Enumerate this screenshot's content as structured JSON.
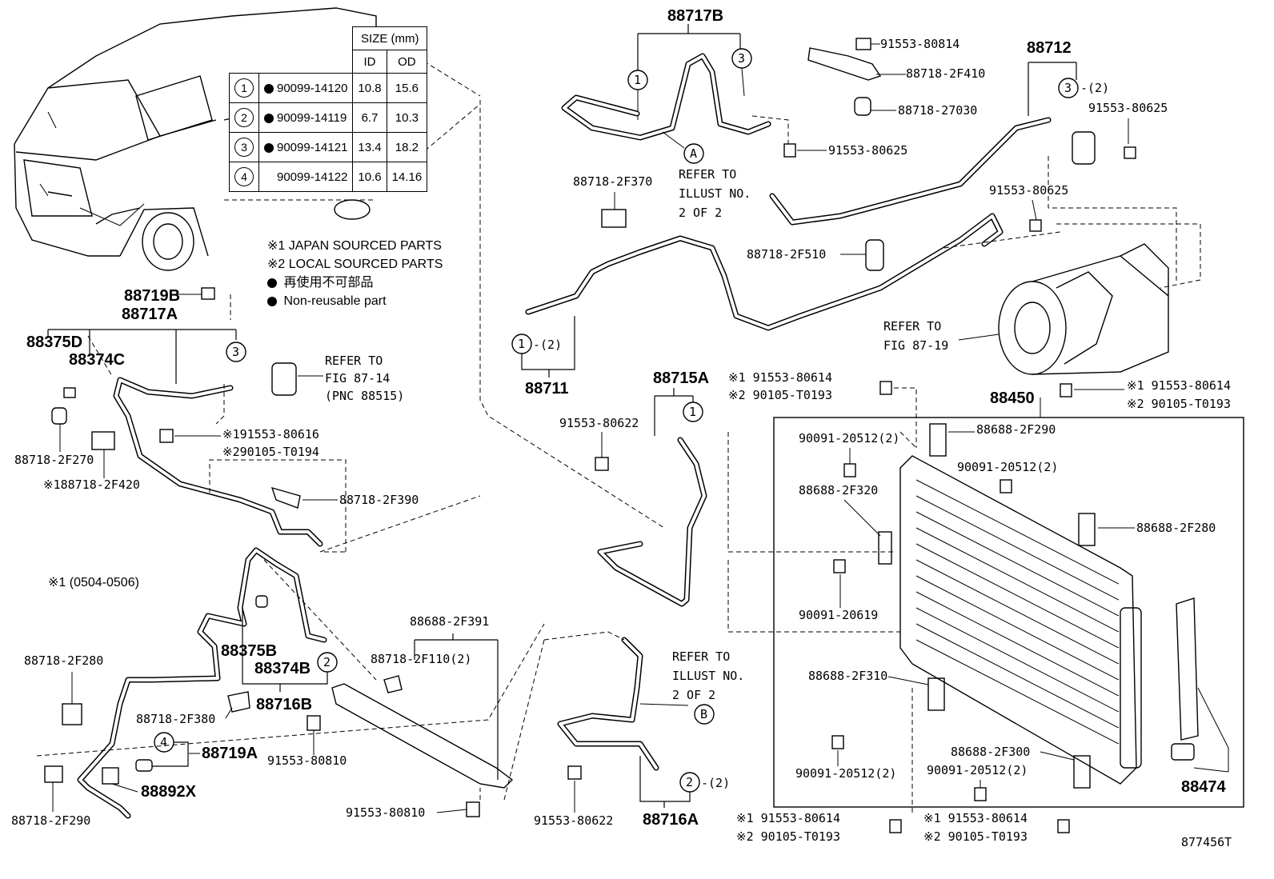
{
  "size_table": {
    "header": "SIZE (mm)",
    "col_id": "ID",
    "col_od": "OD",
    "rows": [
      {
        "num": "1",
        "part": "90099-14120",
        "non_reusable": true,
        "id": "10.8",
        "od": "15.6"
      },
      {
        "num": "2",
        "part": "90099-14119",
        "non_reusable": true,
        "id": "6.7",
        "od": "10.3"
      },
      {
        "num": "3",
        "part": "90099-14121",
        "non_reusable": true,
        "id": "13.4",
        "od": "18.2"
      },
      {
        "num": "4",
        "part": "90099-14122",
        "non_reusable": false,
        "id": "10.6",
        "od": "14.16"
      }
    ]
  },
  "notes": {
    "n1": "※1 JAPAN SOURCED PARTS",
    "n2": "※2 LOCAL SOURCED PARTS",
    "n3": "再使用不可部品",
    "n4": "Non-reusable part",
    "n5": "※1 (0504-0506)"
  },
  "labels": {
    "p88717B": "88717B",
    "p88712": "88712",
    "p88711": "88711",
    "p88715A": "88715A",
    "p88450": "88450",
    "p88716A": "88716A",
    "p88716B": "88716B",
    "p88474": "88474",
    "p88719A": "88719A",
    "p88892X": "88892X",
    "p88719B": "88719B",
    "p88717A": "88717A",
    "p88375D": "88375D",
    "p88374C": "88374C",
    "p88375B": "88375B",
    "p88374B": "88374B",
    "p91553_80814": "91553-80814",
    "p88718_2F410": "88718-2F410",
    "p88718_27030": "88718-27030",
    "p91553_80625a": "91553-80625",
    "p91553_80625b": "91553-80625",
    "p91553_80625c": "91553-80625",
    "p88718_2F370": "88718-2F370",
    "p88718_2F510": "88718-2F510",
    "p88718_2F270": "88718-2F270",
    "p88718_2F420": "※188718-2F420",
    "p91553_80616": "※191553-80616",
    "p90105_T0194": "※290105-T0194",
    "p88718_2F390": "88718-2F390",
    "p88718_2F280": "88718-2F280",
    "p88718_2F290": "88718-2F290",
    "p88718_2F380": "88718-2F380",
    "p91553_80810a": "91553-80810",
    "p91553_80810b": "91553-80810",
    "p88688_2F391": "88688-2F391",
    "p88718_2F110": "88718-2F110(2)",
    "p91553_80622a": "91553-80622",
    "p91553_80622b": "91553-80622",
    "p91553_80614a": "※1 91553-80614",
    "p90105_T0193a": "※2 90105-T0193",
    "p91553_80614b": "※1 91553-80614",
    "p90105_T0193b": "※2 90105-T0193",
    "p91553_80614c": "※1 91553-80614",
    "p90105_T0193c": "※2 90105-T0193",
    "p91553_80614d": "※1 91553-80614",
    "p90105_T0193d": "※2 90105-T0193",
    "p88688_2F290": "88688-2F290",
    "p90091_20512a": "90091-20512(2)",
    "p90091_20512b": "90091-20512(2)",
    "p90091_20512c": "90091-20512(2)",
    "p90091_20512d": "90091-20512(2)",
    "p88688_2F320": "88688-2F320",
    "p88688_2F280": "88688-2F280",
    "p90091_20619": "90091-20619",
    "p88688_2F310": "88688-2F310",
    "p88688_2F300": "88688-2F300",
    "qty2": "-(2)",
    "qty2b": "-(2)",
    "qty2c": "-(2)",
    "fig_id": "877456T"
  },
  "refs": {
    "refA": [
      "REFER TO",
      "ILLUST NO.",
      "2 OF 2"
    ],
    "refB": [
      "REFER TO",
      "ILLUST NO.",
      "2 OF 2"
    ],
    "ref8714": [
      "REFER TO",
      "FIG 87-14",
      "(PNC 88515)"
    ],
    "ref8719": [
      "REFER TO",
      "FIG 87-19"
    ],
    "letterA": "A",
    "letterB": "B"
  },
  "callouts": {
    "c1": "1",
    "c2": "2",
    "c3": "3",
    "c4": "4"
  }
}
